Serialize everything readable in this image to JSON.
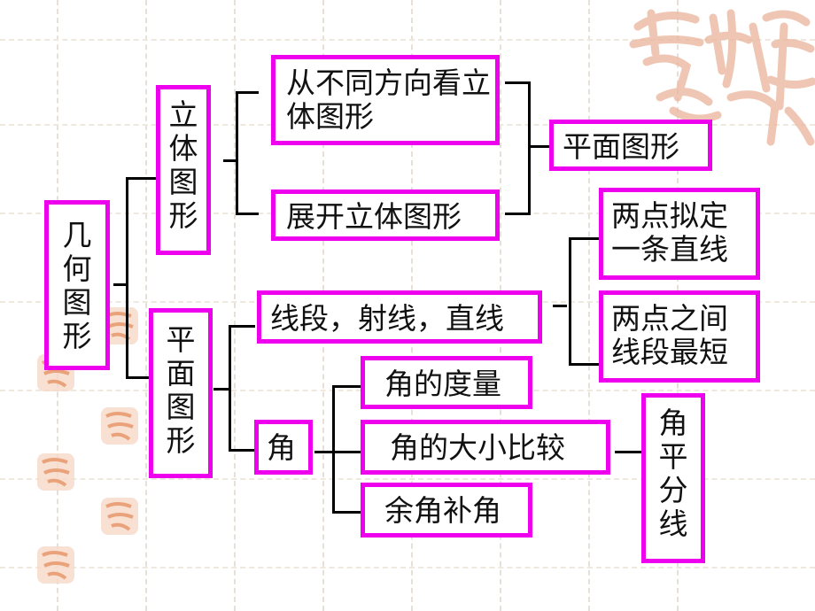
{
  "root": {
    "label": "几何图形"
  },
  "solid": {
    "label": "立体图形"
  },
  "plane": {
    "label": "平面图形"
  },
  "solid_children": {
    "views": "从不同方向看立体图形",
    "unfold": "展开立体图形"
  },
  "solid_result": {
    "label": "平面图形"
  },
  "plane_children": {
    "lines": "线段，射线，直线",
    "angle": "角"
  },
  "line_facts": {
    "two_points": "两点拟定一条直线",
    "shortest": "两点之间线段最短"
  },
  "angle_children": {
    "measure": "角的度量",
    "compare": "角的大小比较",
    "complement": "余角补角"
  },
  "bisector": {
    "label": "角平分线"
  },
  "colors": {
    "box_border": "#ee00ee",
    "line": "#000000",
    "seal": "#e9a27a"
  }
}
